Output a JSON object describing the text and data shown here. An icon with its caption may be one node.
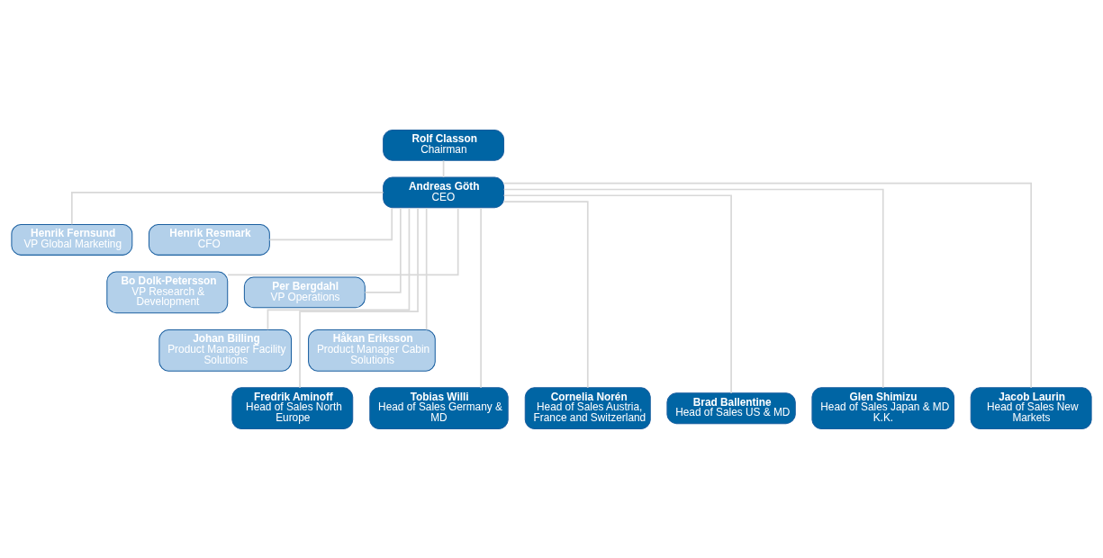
{
  "diagram": {
    "nodes": [
      {
        "text": [
          "Rolf Classon",
          "Chairman"
        ]
      },
      {
        "text": [
          "Andreas Göth",
          "CEO"
        ]
      },
      {
        "text": [
          "Henrik Fernsund",
          "VP Global Marketing"
        ]
      },
      {
        "text": [
          "Henrik Resmark",
          "CFO"
        ]
      },
      {
        "text": [
          "Bo Dolk-Petersson",
          "VP Research & Development"
        ]
      },
      {
        "text": [
          "Per Bergdahl",
          "VP Operations"
        ]
      },
      {
        "text": [
          "Johan Billing",
          "Product Manager Facility Solutions"
        ]
      },
      {
        "text": [
          "Håkan Eriksson",
          "Product Manager Cabin Solutions"
        ]
      },
      {
        "text": [
          "Fredrik Aminoff",
          "Head of Sales North Europe"
        ]
      },
      {
        "text": [
          "Tobias Willi",
          "Head of Sales Germany & MD"
        ]
      },
      {
        "text": [
          "Cornelia Norén",
          "Head of Sales Austria, France and Switzerland"
        ]
      },
      {
        "text": [
          "Brad Ballentine",
          "Head of Sales US & MD"
        ]
      },
      {
        "text": [
          "Glen Shimizu",
          "Head of Sales Japan & MD K.K."
        ]
      },
      {
        "text": [
          "Jacob Laurin",
          "Head of Sales New Markets"
        ]
      }
    ],
    "edges": [
      {
        "from": 0,
        "to": 1,
        "arrow": "none"
      },
      {
        "from": 1,
        "to": 2,
        "arrow": "none"
      },
      {
        "from": 1,
        "to": 3,
        "arrow": "none"
      },
      {
        "from": 1,
        "to": 4,
        "arrow": "none"
      },
      {
        "from": 1,
        "to": 5,
        "arrow": "none"
      },
      {
        "from": 1,
        "to": 6,
        "arrow": "none"
      },
      {
        "from": 1,
        "to": 7,
        "arrow": "none"
      },
      {
        "from": 1,
        "to": 8,
        "arrow": "none"
      },
      {
        "from": 1,
        "to": 9,
        "arrow": "none"
      },
      {
        "from": 1,
        "to": 10,
        "arrow": "none"
      },
      {
        "from": 1,
        "to": 11,
        "arrow": "none"
      },
      {
        "from": 1,
        "to": 12,
        "arrow": "none"
      },
      {
        "from": 1,
        "to": 13,
        "arrow": "none"
      }
    ]
  }
}
